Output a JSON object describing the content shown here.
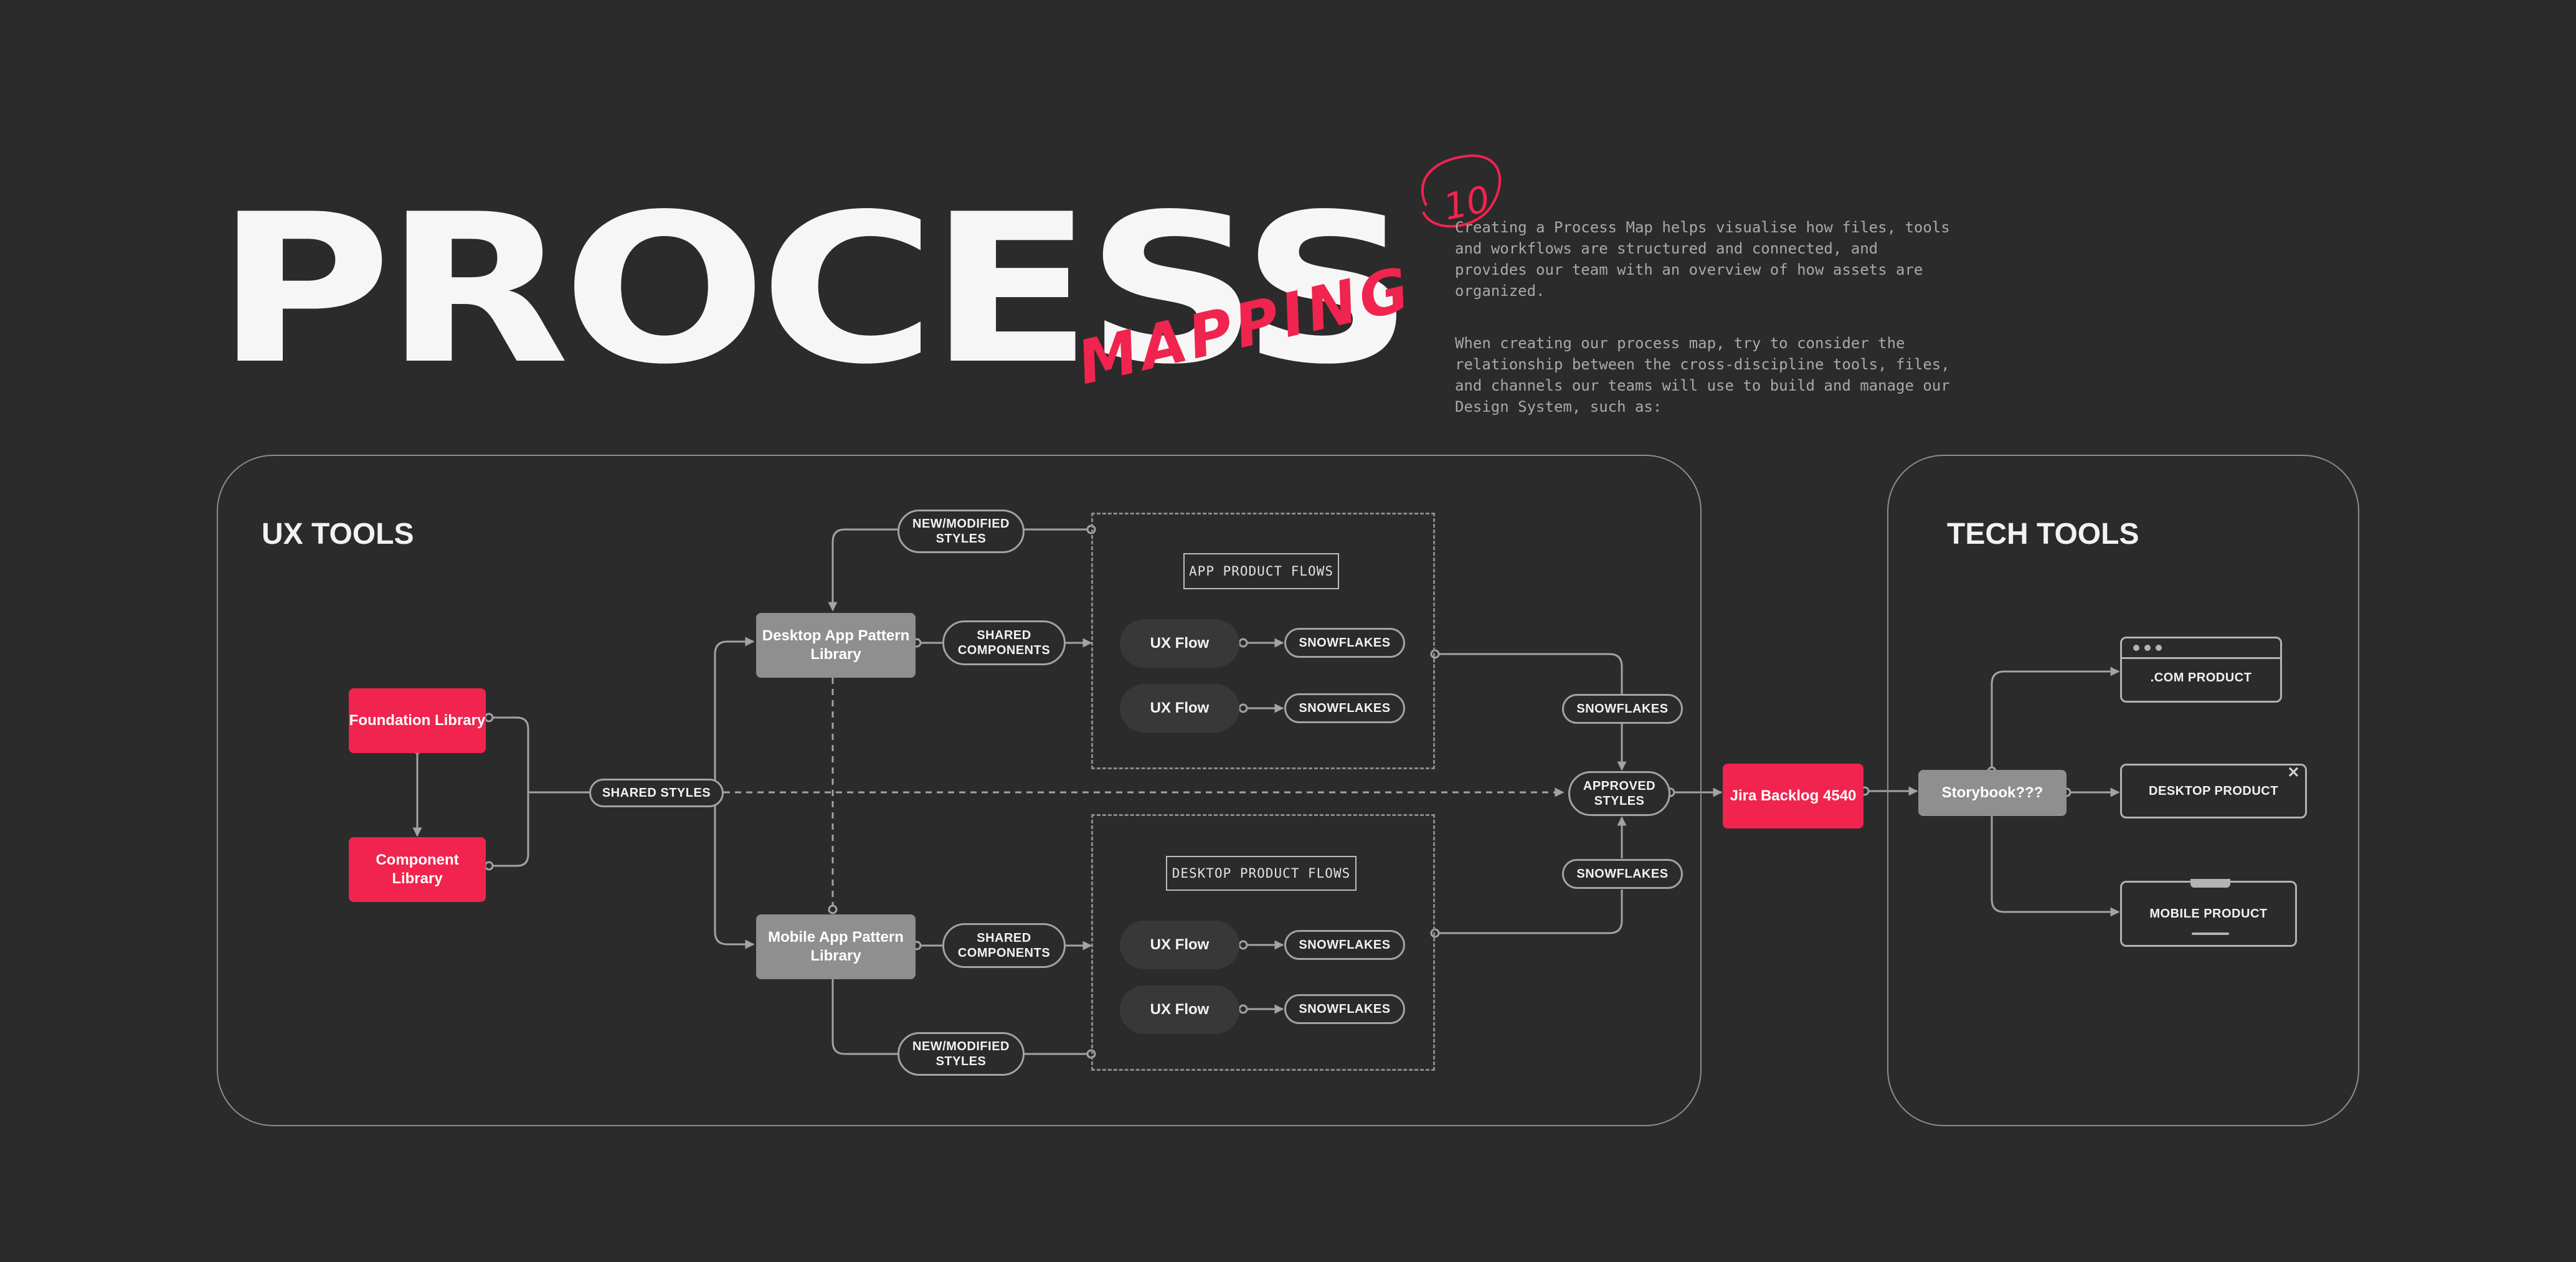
{
  "header": {
    "title": "PROCESS",
    "subtitle": "MAPPING",
    "badge": "10",
    "intro_1": "Creating a Process Map helps visualise how files, tools and workflows are structured and connected, and provides our team with an overview of how assets are organized.",
    "intro_2": "When creating our process map, try to consider the relationship between the cross-discipline tools, files, and channels our teams will use to build and manage our Design System, such as:"
  },
  "ux_tools": {
    "title": "UX TOOLS",
    "foundation_library": "Foundation Library",
    "component_library": "Component Library",
    "shared_styles": "SHARED STYLES",
    "desktop_pattern_library": "Desktop App Pattern Library",
    "mobile_pattern_library": "Mobile App Pattern Library",
    "new_modified_styles_top": "NEW/MODIFIED STYLES",
    "new_modified_styles_bottom": "NEW/MODIFIED STYLES",
    "shared_components_top": "SHARED COMPONENTS",
    "shared_components_bottom": "SHARED COMPONENTS",
    "app_product_flows": "APP PRODUCT FLOWS",
    "desktop_product_flows": "DESKTOP PRODUCT FLOWS",
    "ux_flow": "UX Flow",
    "snowflakes": "SNOWFLAKES",
    "approved_styles": "APPROVED STYLES",
    "jira_backlog": "Jira Backlog 4540"
  },
  "tech_tools": {
    "title": "TECH TOOLS",
    "storybook": "Storybook???",
    "com_product": ".COM PRODUCT",
    "desktop_product": "DESKTOP PRODUCT",
    "mobile_product": "MOBILE PRODUCT"
  },
  "colors": {
    "background": "#2b2b2b",
    "accent_red": "#f0244e",
    "node_grey": "#8f8f8f",
    "line": "#a3a3a3"
  },
  "icons": [
    "window-dots-icon",
    "close-icon",
    "phone-notch-icon"
  ]
}
